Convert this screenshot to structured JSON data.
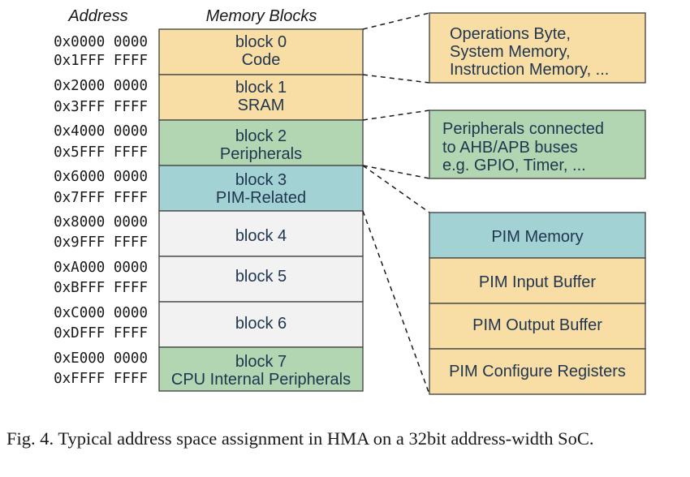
{
  "headers": {
    "address": "Address",
    "memory_blocks": "Memory Blocks"
  },
  "colors": {
    "code_sram": "#f8dea4",
    "peripherals": "#b3d6b2",
    "pim": "#a3d2d4",
    "empty": "#f2f2f2"
  },
  "blocks": [
    {
      "name": "block 0",
      "label": "Code",
      "addr_start": "0x0000 0000",
      "addr_end": "0x1FFF FFFF",
      "color": "#f8dea4"
    },
    {
      "name": "block 1",
      "label": "SRAM",
      "addr_start": "0x2000 0000",
      "addr_end": "0x3FFF FFFF",
      "color": "#f8dea4"
    },
    {
      "name": "block 2",
      "label": "Peripherals",
      "addr_start": "0x4000 0000",
      "addr_end": "0x5FFF FFFF",
      "color": "#b3d6b2"
    },
    {
      "name": "block 3",
      "label": "PIM-Related",
      "addr_start": "0x6000 0000",
      "addr_end": "0x7FFF FFFF",
      "color": "#a3d2d4"
    },
    {
      "name": "block 4",
      "label": "",
      "addr_start": "0x8000 0000",
      "addr_end": "0x9FFF FFFF",
      "color": "#f2f2f2"
    },
    {
      "name": "block 5",
      "label": "",
      "addr_start": "0xA000 0000",
      "addr_end": "0xBFFF FFFF",
      "color": "#f2f2f2"
    },
    {
      "name": "block 6",
      "label": "",
      "addr_start": "0xC000 0000",
      "addr_end": "0xDFFF FFFF",
      "color": "#f2f2f2"
    },
    {
      "name": "block 7",
      "label": "CPU Internal Peripherals",
      "addr_start": "0xE000 0000",
      "addr_end": "0xFFFF FFFF",
      "color": "#b3d6b2"
    }
  ],
  "code_sram_note": {
    "lines": [
      "Operations Byte,",
      "System Memory,",
      "Instruction Memory, ..."
    ],
    "color": "#f8dea4"
  },
  "peripherals_note": {
    "lines": [
      "Peripherals connected",
      "to AHB/APB buses",
      "e.g. GPIO, Timer, ..."
    ],
    "color": "#b3d6b2"
  },
  "pim_detail": [
    {
      "label": "PIM Memory",
      "color": "#a3d2d4"
    },
    {
      "label": "PIM Input Buffer",
      "color": "#f8dea4"
    },
    {
      "label": "PIM Output Buffer",
      "color": "#f8dea4"
    },
    {
      "label": "PIM Configure Registers",
      "color": "#f8dea4"
    }
  ],
  "caption": "Fig. 4.  Typical address space assignment in HMA on a 32bit address-width SoC."
}
